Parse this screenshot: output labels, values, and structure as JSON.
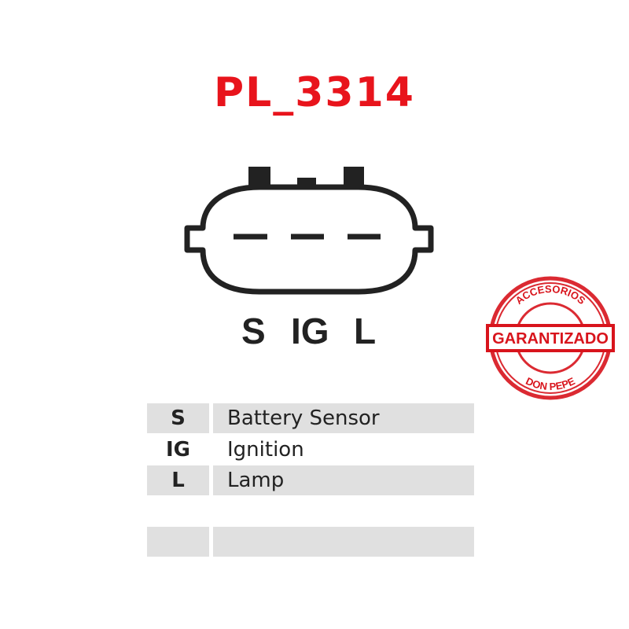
{
  "title": "PL_3314",
  "pins": [
    "S",
    "IG",
    "L"
  ],
  "table": [
    {
      "code": "S",
      "desc": "Battery Sensor"
    },
    {
      "code": "IG",
      "desc": "Ignition"
    },
    {
      "code": "L",
      "desc": "Lamp"
    },
    {
      "code": "",
      "desc": ""
    },
    {
      "code": "",
      "desc": ""
    }
  ],
  "stamp": {
    "top": "ACCESORIOS",
    "band": "GARANTIZADO",
    "bottom": "DON PEPE",
    "color": "#d8141c"
  },
  "colors": {
    "title": "#e8141c",
    "row": "#e0e0e0"
  }
}
